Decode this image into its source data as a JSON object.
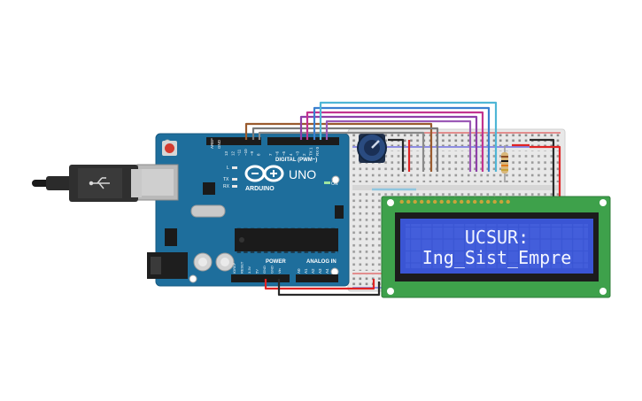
{
  "arduino": {
    "brand": "ARDUINO",
    "model": "UNO",
    "digital_label": "DIGITAL (PWM~)",
    "power_label": "POWER",
    "analog_label": "ANALOG IN",
    "on_label": "ON",
    "l_label": "L",
    "tx_label": "TX",
    "rx_label": "RX",
    "aref_label": "AREF",
    "gnd_label": "GND",
    "digital_pins": [
      "13",
      "12",
      "~11",
      "~10",
      "~9",
      "8",
      "7",
      "~6",
      "~5",
      "4",
      "~3",
      "2",
      "TX 1",
      "RX 0"
    ],
    "power_pins": [
      "IOREF",
      "RESET",
      "3.3V",
      "5V",
      "GND",
      "GND",
      "Vin"
    ],
    "analog_pins": [
      "A0",
      "A1",
      "A2",
      "A3",
      "A4",
      "A5"
    ]
  },
  "lcd": {
    "line1": "UCSUR:",
    "line2": "Ing_Sist_Empre"
  },
  "colors": {
    "arduino_blue": "#1e6e9c",
    "lcd_pcb": "#3ea14b",
    "lcd_screen": "#3a55d4",
    "breadboard": "#e6e6e6",
    "wire_red": "#e02424",
    "wire_black": "#2a2a2a",
    "wire_brown": "#9a5b2e",
    "wire_purple": "#8e3fa8",
    "wire_magenta": "#c2338f",
    "wire_blue": "#3a7fd0",
    "wire_cyan": "#4fb6d6"
  },
  "icons": [
    "usb-cable-icon",
    "potentiometer-icon",
    "resistor-icon",
    "arduino-infinity-logo-icon"
  ]
}
